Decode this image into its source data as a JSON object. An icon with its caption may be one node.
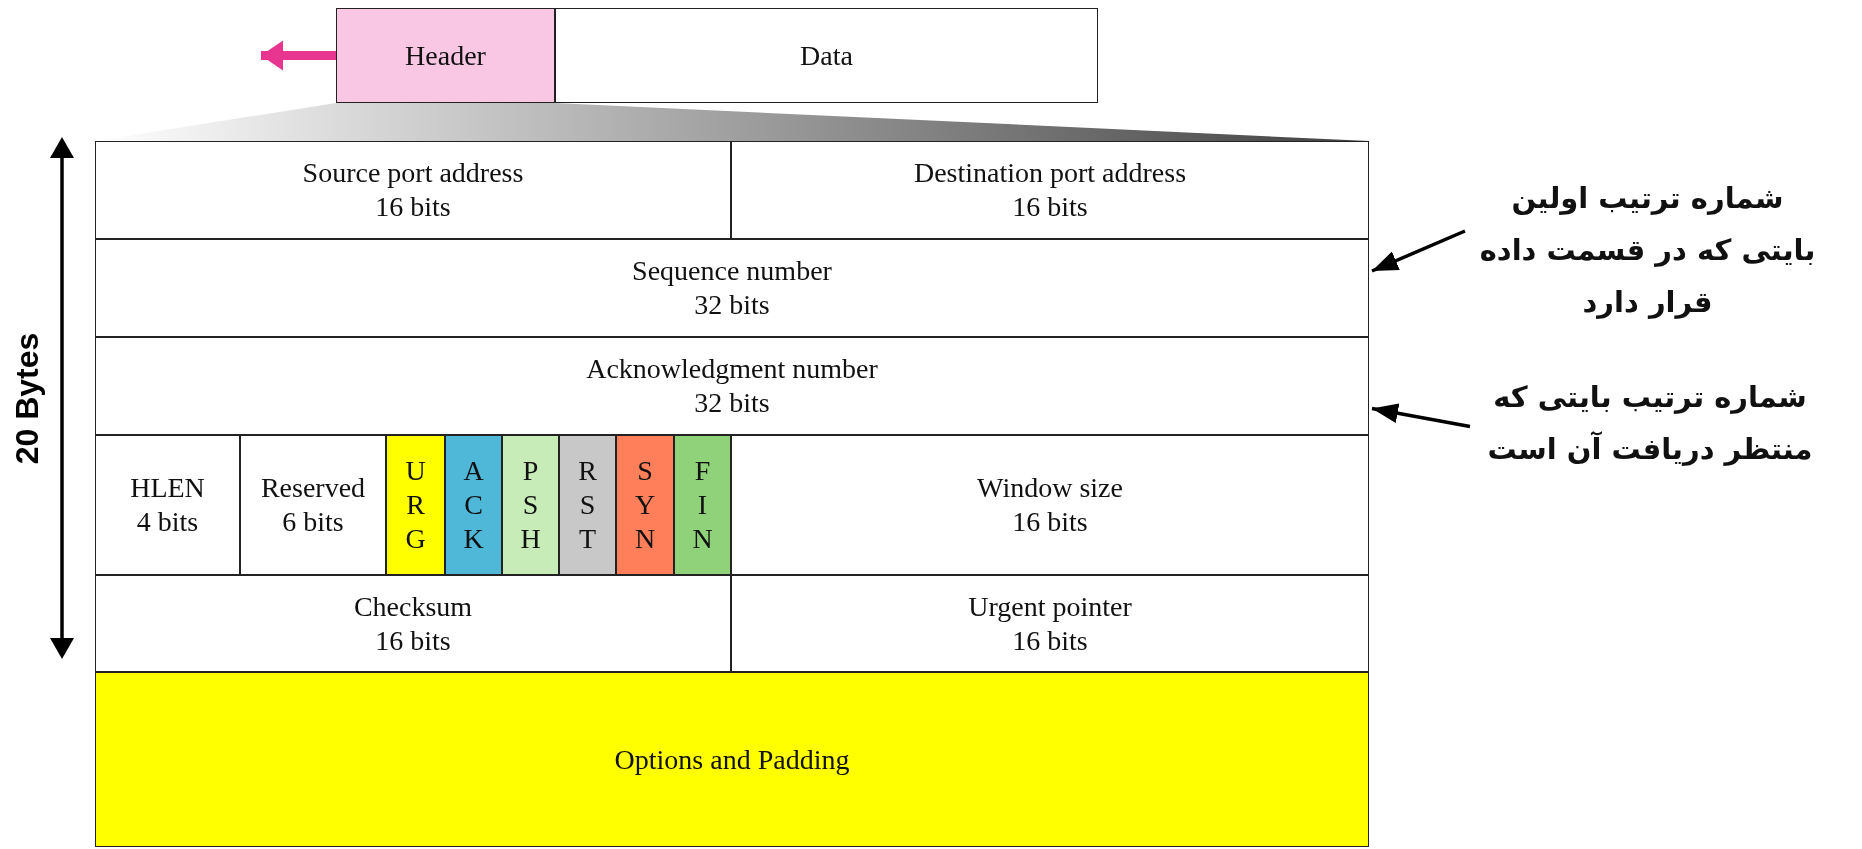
{
  "diagram": {
    "nodes": [
      {
        "text": [
          "Header"
        ]
      },
      {
        "text": [
          "Data"
        ]
      },
      {
        "text": [
          "Source port address",
          "16 bits"
        ]
      },
      {
        "text": [
          "Destination port address",
          "16 bits"
        ]
      },
      {
        "text": [
          "Sequence number",
          "32 bits"
        ]
      },
      {
        "text": [
          "Acknowledgment number",
          "32 bits"
        ]
      },
      {
        "text": [
          "HLEN",
          "4 bits"
        ]
      },
      {
        "text": [
          "Reserved",
          "6 bits"
        ]
      },
      {
        "text": [
          "U R G"
        ]
      },
      {
        "text": [
          "A C K"
        ]
      },
      {
        "text": [
          "P S H"
        ]
      },
      {
        "text": [
          "R S T"
        ]
      },
      {
        "text": [
          "S Y N"
        ]
      },
      {
        "text": [
          "F I N"
        ]
      },
      {
        "text": [
          "Window size",
          "16 bits"
        ]
      },
      {
        "text": [
          "Checksum",
          "16 bits"
        ]
      },
      {
        "text": [
          "Urgent pointer",
          "16 bits"
        ]
      },
      {
        "text": [
          "Options and Padding"
        ]
      },
      {
        "text": [
          "شماره ترتیب اولین بایتی که در قسمت داده قرار دارد"
        ]
      },
      {
        "text": [
          "شماره ترتیب بایتی که منتظر دریافت آن است"
        ]
      }
    ],
    "edges": [
      {
        "from": 0,
        "to": null,
        "arrow": "to",
        "style": "thick",
        "color": "#e8358f"
      },
      {
        "from": 18,
        "to": 4,
        "arrow": "to"
      },
      {
        "from": 19,
        "to": 5,
        "arrow": "to"
      }
    ],
    "labels": [
      "20 Bytes"
    ]
  }
}
